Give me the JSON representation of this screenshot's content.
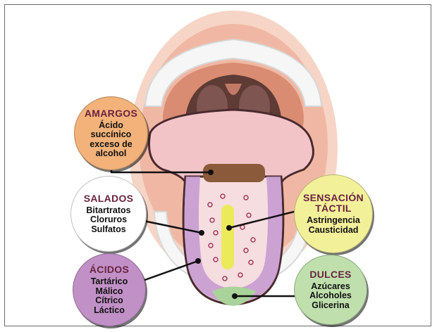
{
  "colors": {
    "amargos": "#f2b27a",
    "salados": "#ffffff",
    "sensacion": "#f3f09a",
    "acidos": "#c090c6",
    "dulces": "#bfe0ad",
    "title_text": "#6b2340"
  },
  "groups": [
    {
      "key": "amargos",
      "title": "AMARGOS",
      "items": [
        "Ácido",
        "succínico",
        "exceso de",
        "alcohol"
      ]
    },
    {
      "key": "salados",
      "title": "SALADOS",
      "items": [
        "Bitartratos",
        "Cloruros",
        "Sulfatos"
      ]
    },
    {
      "key": "sensacion",
      "title": "SENSACIÓN TÁCTIL",
      "title_lines": [
        "SENSACIÓN",
        "TÁCTIL"
      ],
      "items": [
        "Astringencia",
        "Causticidad"
      ]
    },
    {
      "key": "acidos",
      "title": "ÁCIDOS",
      "items": [
        "Tartárico",
        "Málico",
        "Cítrico",
        "Láctico"
      ]
    },
    {
      "key": "dulces",
      "title": "DULCES",
      "items": [
        "Azúcares",
        "Alcoholes",
        "Glicerina"
      ]
    }
  ]
}
